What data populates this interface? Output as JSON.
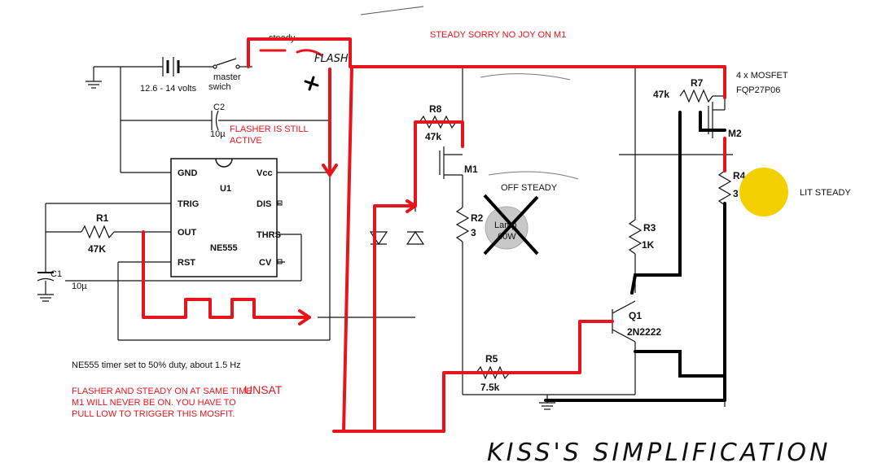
{
  "labels": {
    "steady": "steady",
    "flash": "FLASH",
    "battery_voltage": "12.6 - 14 volts",
    "master_switch_line1": "master",
    "master_switch_line2": "swich",
    "c2": "C2",
    "c2_value": "10µ",
    "c1": "C1",
    "c1_value": "10µ",
    "r1": "R1",
    "r1_value": "47K",
    "r8": "R8",
    "r8_value": "47k",
    "r2": "R2",
    "r2_value": "3",
    "r3": "R3",
    "r3_value": "1K",
    "r4": "R4",
    "r4_value": "3",
    "r5": "R5",
    "r5_value": "7.5k",
    "r7": "R7",
    "r7_value": "47k",
    "m1": "M1",
    "m2": "M2",
    "q1": "Q1",
    "q1_part": "2N2222",
    "mosfet_line1": "4 x MOSFET",
    "mosfet_line2": "FQP27P06",
    "lamp_line1": "Lamp",
    "lamp_line2": "60W",
    "ic_u1": "U1",
    "ic_part": "NE555",
    "ic_gnd": "GND",
    "ic_vcc": "Vcc",
    "ic_trig": "TRIG",
    "ic_dis": "DIS",
    "ic_out": "OUT",
    "ic_thrs": "THRS",
    "ic_rst": "RST",
    "ic_cv": "CV",
    "timer_note": "NE555 timer set to 50% duty, about 1.5 Hz",
    "handwritten_title": "KISS'S SIMPLIFICATION"
  },
  "annotations": {
    "steady_sorry": "STEADY SORRY NO JOY ON M1",
    "flasher_active_line1": "FLASHER IS STILL",
    "flasher_active_line2": "ACTIVE",
    "off_steady": "OFF STEADY",
    "lit_steady": "LIT STEADY",
    "unsat_line1": "FLASHER AND STEADY ON AT SAME TIME",
    "unsat_word": "UNSAT",
    "unsat_line2": "M1 WILL NEVER BE ON. YOU HAVE TO",
    "unsat_line3": "PULL LOW TO TRIGGER THIS MOSFIT."
  },
  "colors": {
    "wire": "#111111",
    "markup_red": "#e8141b",
    "markup_black": "#000000",
    "lamp_lit": "#f4d000",
    "lamp_off": "#c8c8c8"
  }
}
